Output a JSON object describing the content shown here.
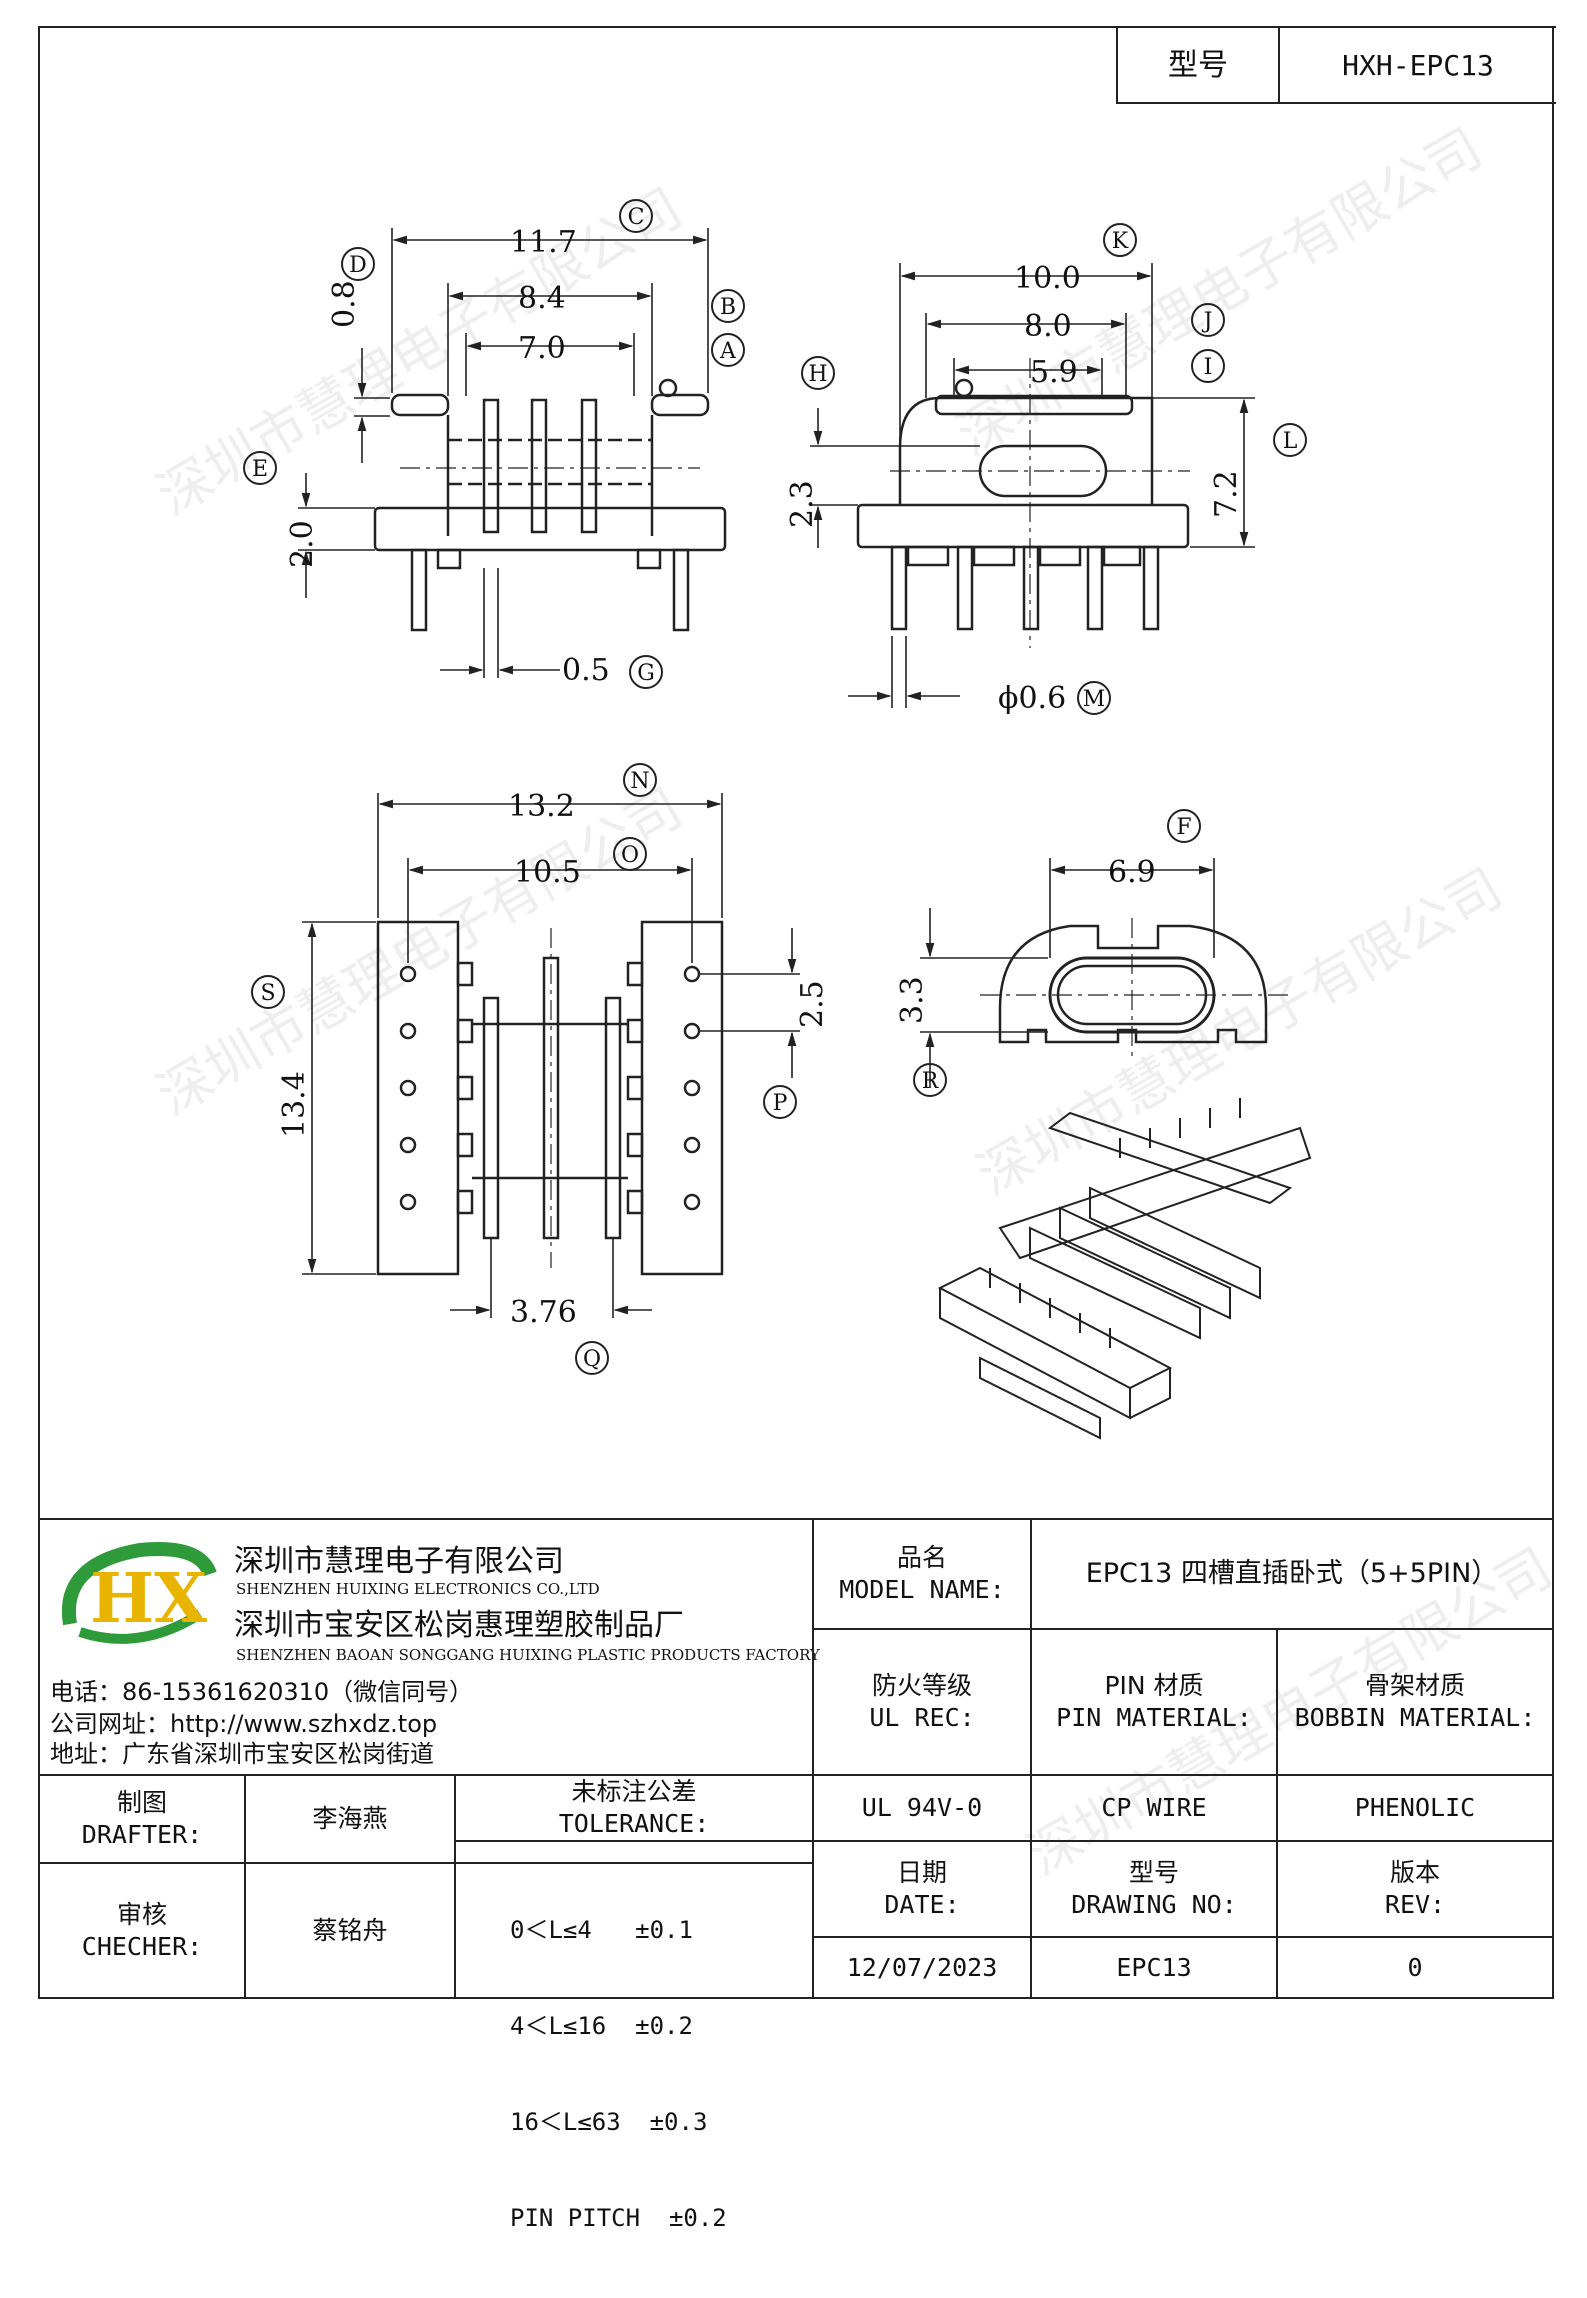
{
  "header": {
    "model_label": "型号",
    "model_value": "HXH-EPC13"
  },
  "watermark": "深圳市慧理电子有限公司",
  "drawing": {
    "side_view": {
      "dims": [
        "11.7",
        "8.4",
        "7.0",
        "0.8",
        "2.0",
        "0.5"
      ],
      "labels": [
        "C",
        "B",
        "A",
        "D",
        "E",
        "G"
      ]
    },
    "front_view": {
      "dims": [
        "10.0",
        "8.0",
        "5.9",
        "2.3",
        "7.2",
        "ϕ0.6"
      ],
      "labels": [
        "K",
        "J",
        "I",
        "H",
        "L",
        "M"
      ]
    },
    "top_view": {
      "dims": [
        "13.2",
        "10.5",
        "13.4",
        "2.5",
        "3.76"
      ],
      "labels": [
        "N",
        "O",
        "S",
        "P",
        "Q"
      ]
    },
    "section_view": {
      "dims": [
        "6.9",
        "3.3"
      ],
      "labels": [
        "F",
        "R"
      ]
    }
  },
  "company": {
    "name_cn": "深圳市慧理电子有限公司",
    "name_en": "SHENZHEN HUIXING ELECTRONICS CO.,LTD",
    "factory_cn": "深圳市宝安区松岗惠理塑胶制品厂",
    "factory_en": "SHENZHEN BAOAN SONGGANG HUIXING PLASTIC PRODUCTS FACTORY",
    "phone": "电话：86-15361620310（微信同号）",
    "website": "公司网址：http://www.szhxdz.top",
    "address": "地址：广东省深圳市宝安区松岗街道",
    "logo_text": "HX",
    "colors": {
      "green": "#2e9a3a",
      "yellow": "#e8b400",
      "blue": "#1a5fb0"
    }
  },
  "title_block": {
    "model_name_cn": "品名",
    "model_name_en": "MODEL NAME:",
    "model_name_value": "EPC13 四槽直插卧式（5+5PIN）",
    "fire_cn": "防火等级",
    "fire_en": "UL REC:",
    "pin_cn": "PIN 材质",
    "pin_en": "PIN MATERIAL:",
    "bobbin_cn": "骨架材质",
    "bobbin_en": "BOBBIN MATERIAL:",
    "fire_value": "UL 94V-0",
    "pin_value": "CP WIRE",
    "bobbin_value": "PHENOLIC",
    "date_cn": "日期",
    "date_en": "DATE:",
    "drawing_cn": "型号",
    "drawing_en": "DRAWING NO:",
    "rev_cn": "版本",
    "rev_en": "REV:",
    "date_value": "12/07/2023",
    "drawing_value": "EPC13",
    "rev_value": "0",
    "drafter_cn": "制图",
    "drafter_en": "DRAFTER:",
    "drafter_value": "李海燕",
    "checker_cn": "审核",
    "checker_en": "CHECHER:",
    "checker_value": "蔡铭舟",
    "tolerance_cn": "未标注公差",
    "tolerance_en": "TOLERANCE:",
    "tolerances": [
      "0＜L≤4   ±0.1",
      "4＜L≤16  ±0.2",
      "16＜L≤63  ±0.3",
      "PIN PITCH  ±0.2"
    ]
  }
}
